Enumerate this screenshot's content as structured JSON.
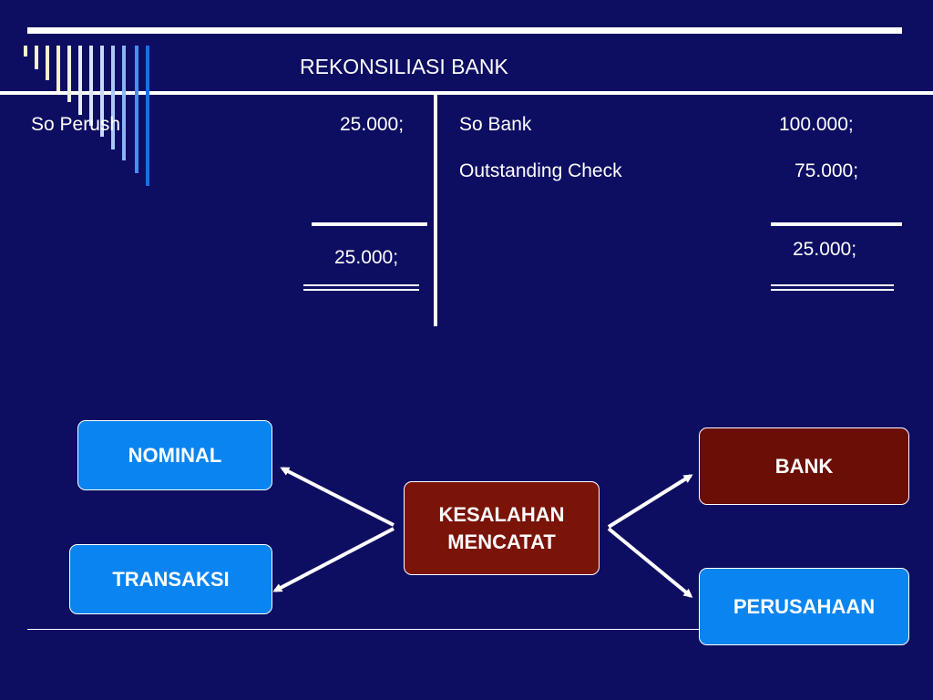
{
  "slide": {
    "title": "REKONSILIASI BANK",
    "colors": {
      "background": "#0d0d62",
      "blue_box": "#0a84f0",
      "maroon_box": "#7a1308",
      "line": "#ffffff"
    }
  },
  "left_column": {
    "label": "So Perush",
    "amount": "25.000;",
    "total": "25.000;"
  },
  "right_column": {
    "rows": [
      {
        "label": "So Bank",
        "amount": "100.000;"
      },
      {
        "label": "Outstanding Check",
        "amount": "75.000;"
      }
    ],
    "total": "25.000;"
  },
  "diagram": {
    "center": {
      "line1": "KESALAHAN",
      "line2": "MENCATAT"
    },
    "left_nodes": [
      "NOMINAL",
      "TRANSAKSI"
    ],
    "right_nodes": [
      "BANK",
      "PERUSAHAAN"
    ]
  }
}
